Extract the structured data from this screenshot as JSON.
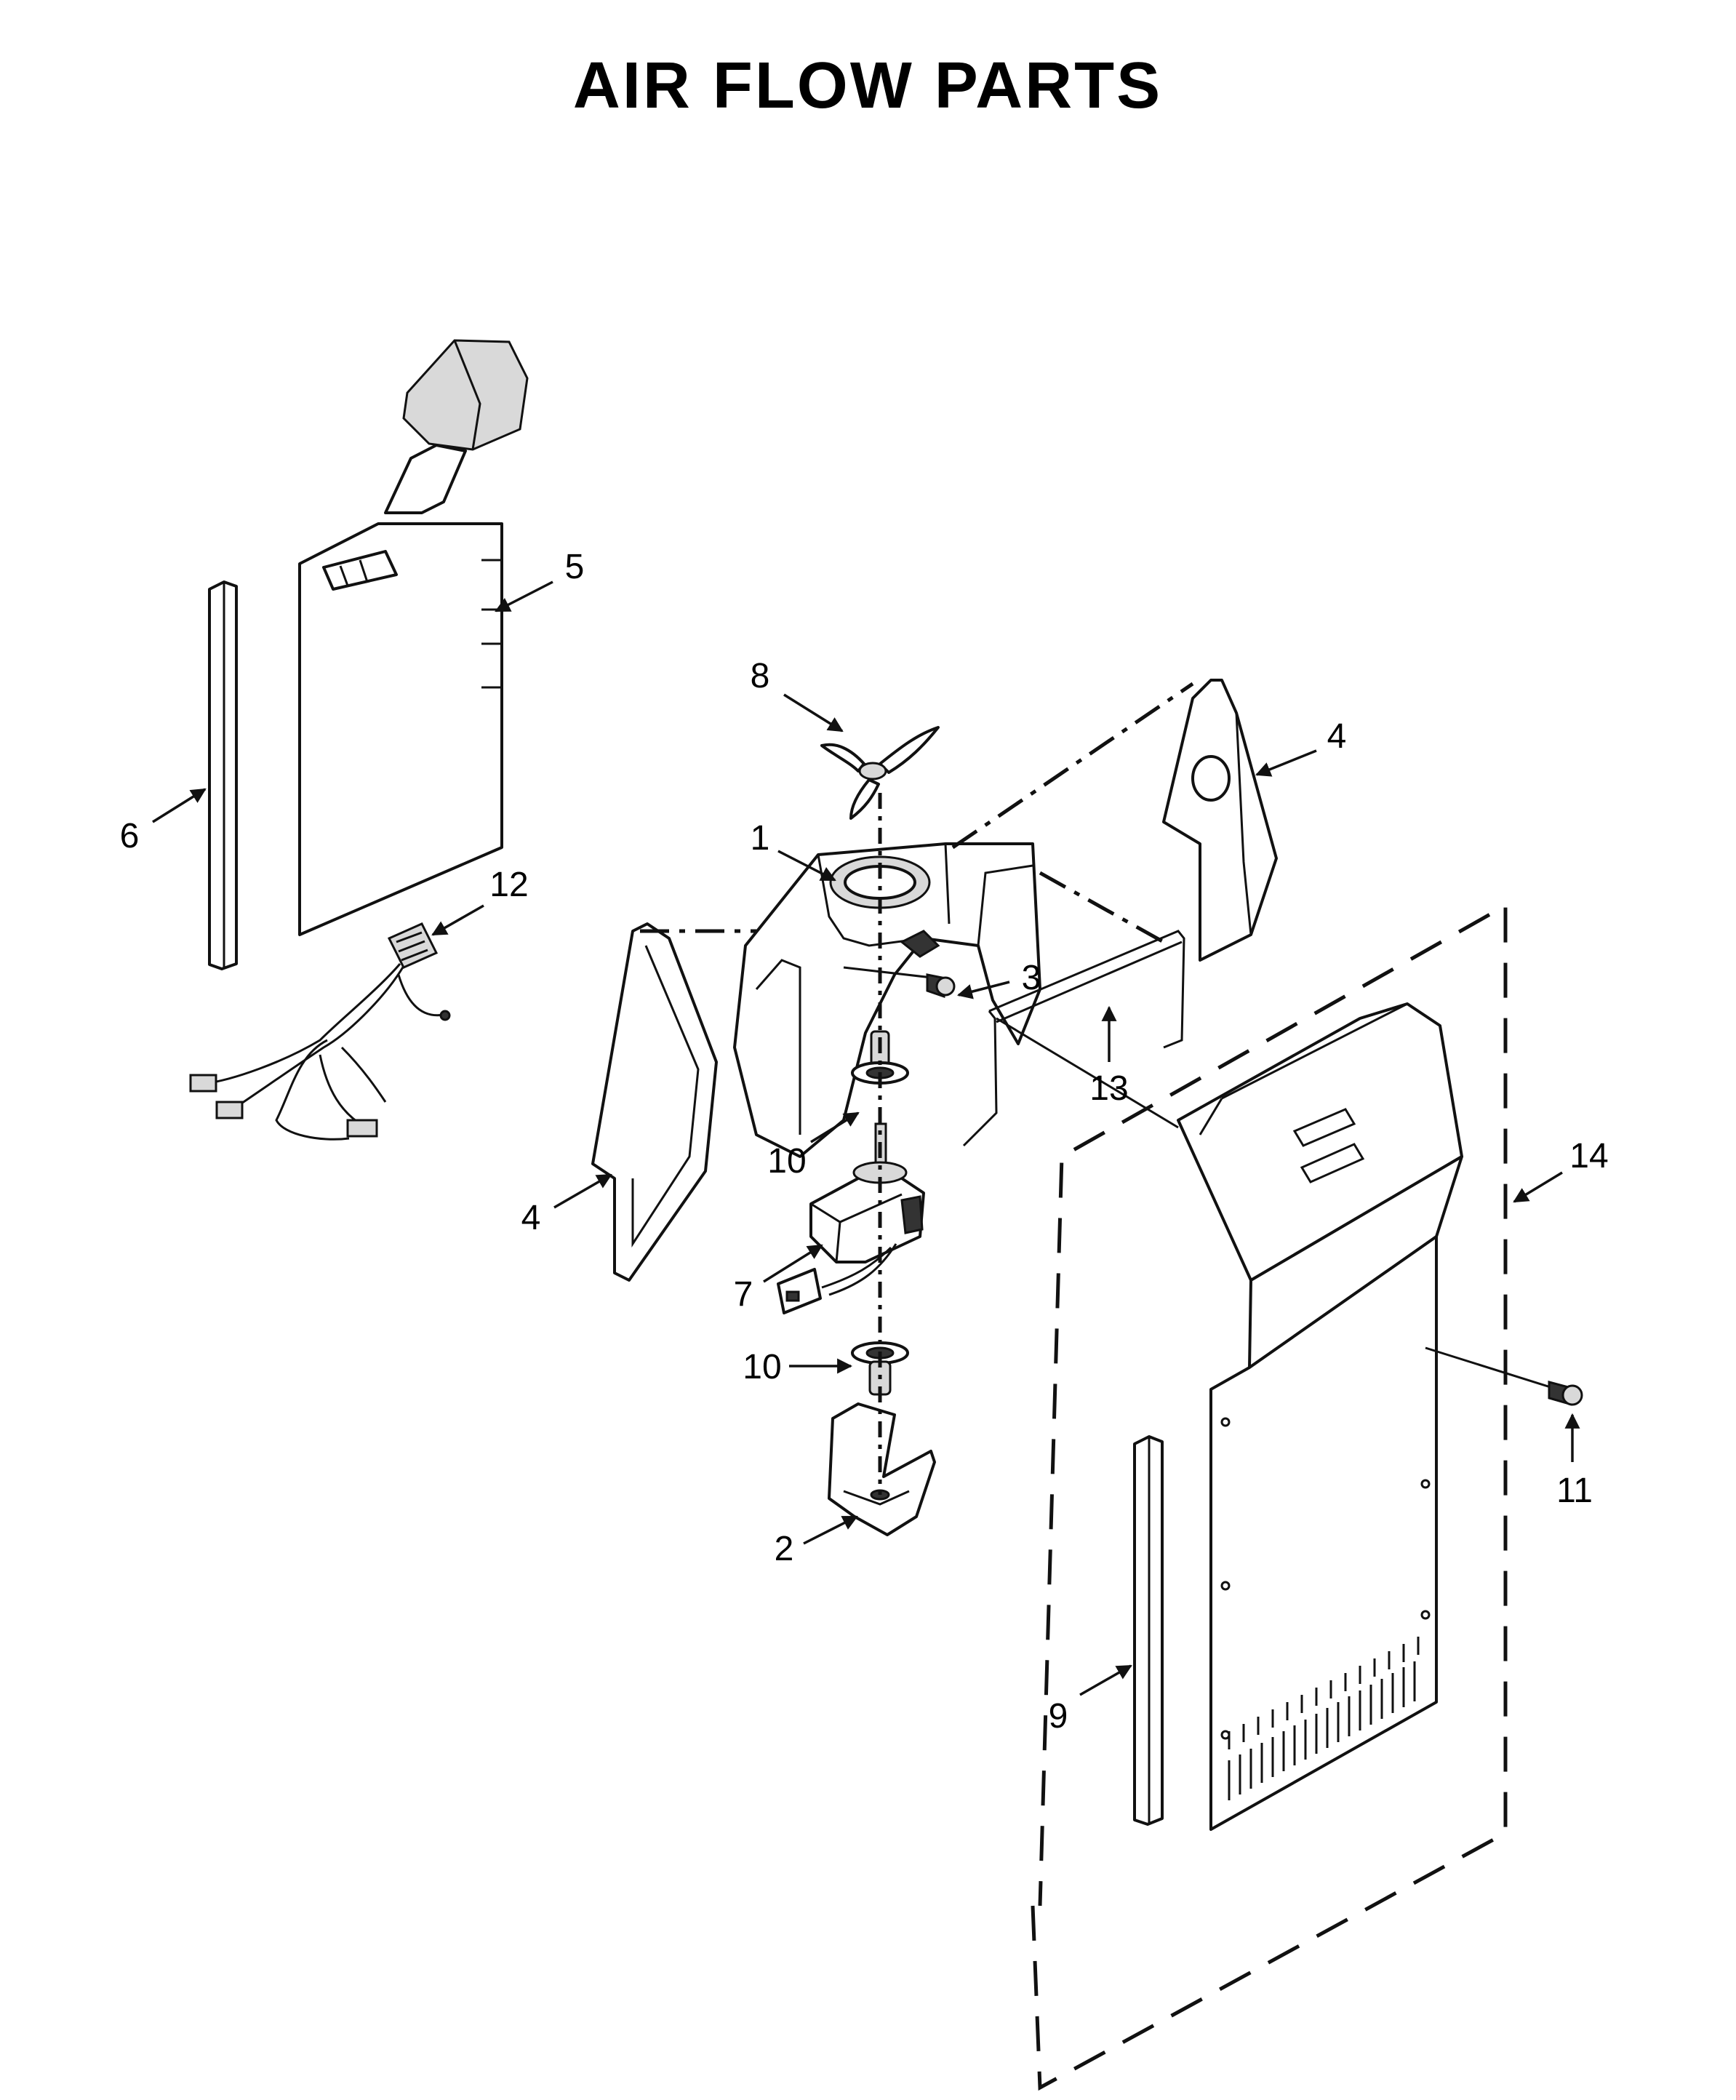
{
  "title": "AIR FLOW PARTS",
  "callouts": [
    "1",
    "2",
    "3",
    "4",
    "4",
    "5",
    "6",
    "7",
    "8",
    "9",
    "10",
    "10",
    "11",
    "12",
    "13",
    "14"
  ]
}
